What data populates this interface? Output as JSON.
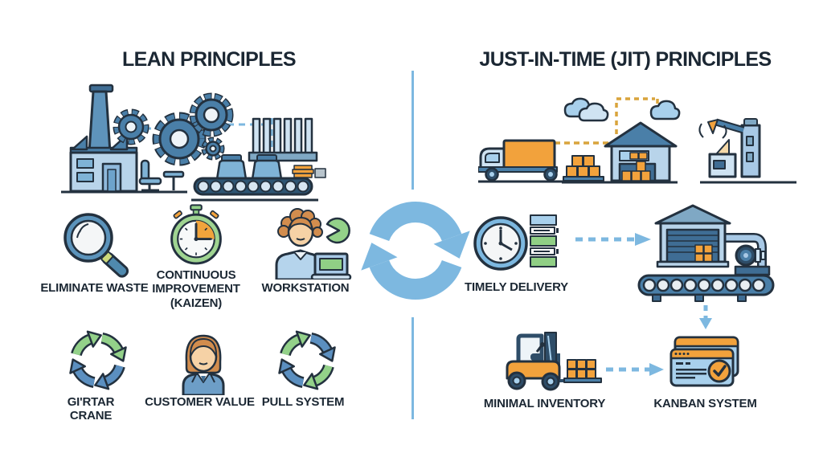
{
  "lean": {
    "title": "LEAN PRINCIPLES",
    "illustration": "factory-gears-conveyor-illustration",
    "items": [
      {
        "icon": "magnifier-icon",
        "label": "ELIMINATE WASTE"
      },
      {
        "icon": "stopwatch-icon",
        "label": "CONTINUOUS IMPROVEMENT (KAIZEN)"
      },
      {
        "icon": "worker-workstation-icon",
        "label": "WORKSTATION"
      },
      {
        "icon": "recycle-arrows-icon",
        "label": "GI'RTAR CRANE"
      },
      {
        "icon": "customer-person-icon",
        "label": "CUSTOMER VALUE"
      },
      {
        "icon": "pull-cycle-arrows-icon",
        "label": "PULL SYSTEM"
      }
    ]
  },
  "jit": {
    "title": "JUST-IN-TIME (JIT) PRINCIPLES",
    "illustration": "truck-warehouse-robot-illustration",
    "items": [
      {
        "icon": "clock-checklist-icon",
        "label": "TIMELY DELIVERY"
      },
      {
        "icon": "warehouse-conveyor-icon",
        "label": ""
      },
      {
        "icon": "forklift-icon",
        "label": "MINIMAL INVENTORY"
      },
      {
        "icon": "kanban-cards-icon",
        "label": "KANBAN SYSTEM"
      }
    ]
  },
  "center": {
    "icon": "exchange-cycle-icon"
  },
  "colors": {
    "accent_blue": "#7db8e0",
    "dark_text": "#1b2733",
    "outline": "#23313f",
    "orange": "#f2a23c",
    "green": "#93d189",
    "steel_blue": "#4a7fa8",
    "light_blue": "#b8d4ea"
  }
}
